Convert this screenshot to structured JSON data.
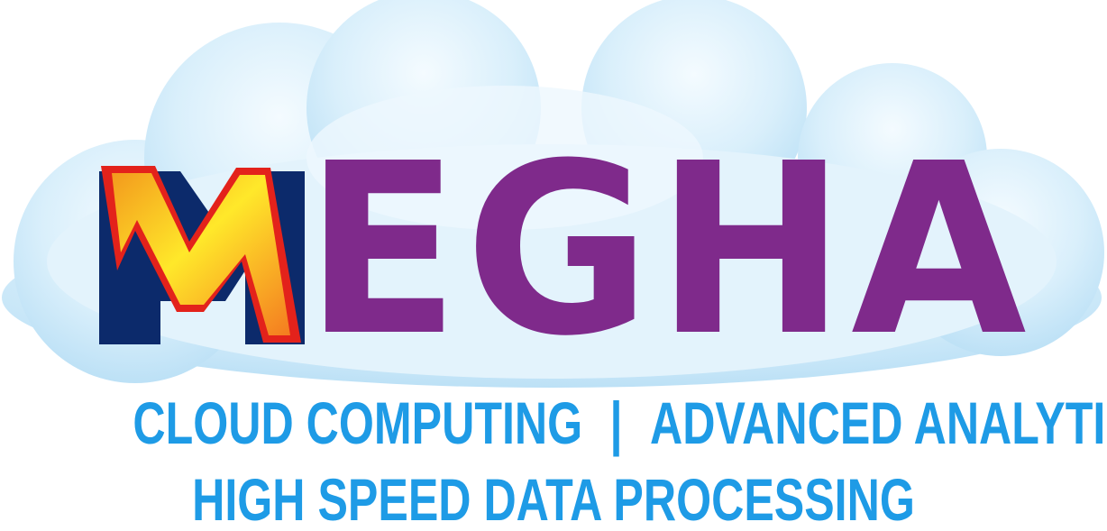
{
  "logo": {
    "m_letter": "M",
    "wordmark_rest": "EGHA",
    "name": "MEGHA",
    "icons": [
      "cloud-icon",
      "lightning-bolt-icon"
    ]
  },
  "taglines": {
    "line1_left": "CLOUD COMPUTING",
    "separator": "|",
    "line1_right": "ADVANCED ANALYTICS",
    "line2": "HIGH SPEED DATA PROCESSING"
  },
  "colors": {
    "background": "#ffffff",
    "cloud_light": "#eaf6fd",
    "cloud_mid": "#bfe3f7",
    "m_navy": "#0c2a6b",
    "bolt_red": "#e3221b",
    "bolt_orange": "#f7931e",
    "bolt_yellow": "#ffe82a",
    "wordmark_purple": "#7f2a8b",
    "tagline_blue": "#1e9be6"
  }
}
